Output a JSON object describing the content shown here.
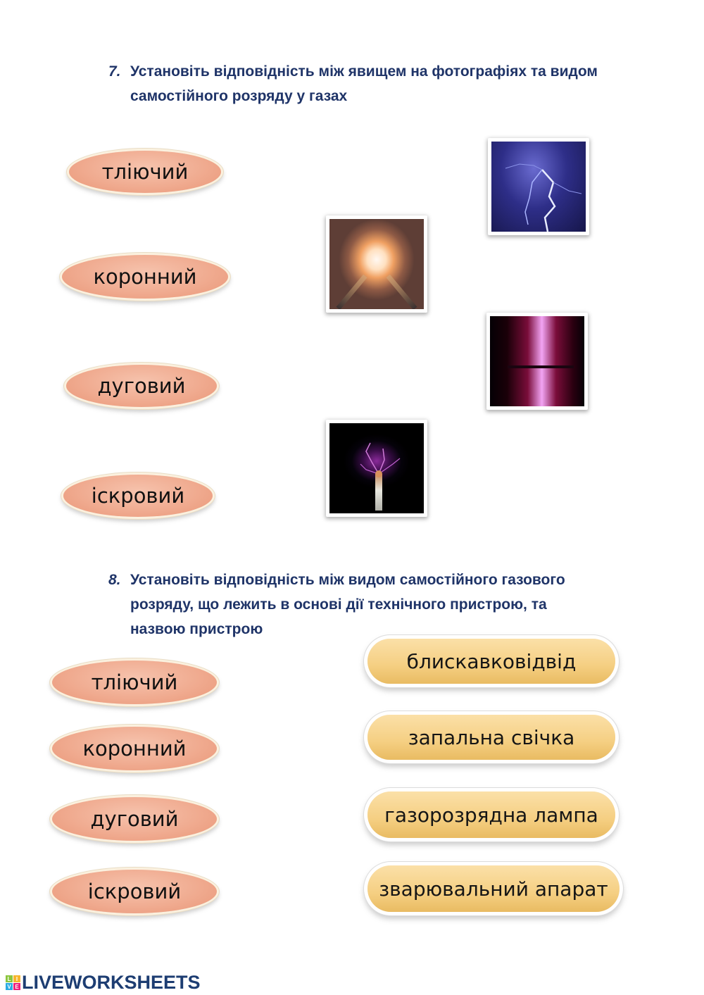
{
  "question7": {
    "number": "7.",
    "line1": "Установіть відповідність між явищем на фотографіях та видом",
    "line2": "самостійного розряду у газах",
    "discharge_types": [
      "тліючий",
      "коронний",
      "дуговий",
      "іскровий"
    ],
    "photos": [
      {
        "name": "lightning-photo",
        "depicts": "lightning"
      },
      {
        "name": "arc-photo",
        "depicts": "electric arc"
      },
      {
        "name": "discharge-tube-photo",
        "depicts": "glowing gas discharge tube"
      },
      {
        "name": "tesla-coil-photo",
        "depicts": "tesla coil sparks"
      }
    ]
  },
  "question8": {
    "number": "8.",
    "line1": "Установіть відповідність між видом самостійного газового",
    "line2": "розряду, що лежить в основі дії технічного пристрою, та",
    "line3": "назвою пристрою",
    "discharge_types": [
      "тліючий",
      "коронний",
      "дуговий",
      "іскровий"
    ],
    "devices": [
      "блискавковідвід",
      "запальна свічка",
      "газорозрядна лампа",
      "зварювальний апарат"
    ]
  },
  "footer": {
    "logo_letters": [
      "L",
      "I",
      "V",
      "E"
    ],
    "logo_text": "LIVEWORKSHEETS"
  },
  "colors": {
    "question_text": "#1f3468",
    "oval_fill": "#f0ab90",
    "pill_fill": "#f5cf82",
    "logo_text": "#1d3d72"
  }
}
